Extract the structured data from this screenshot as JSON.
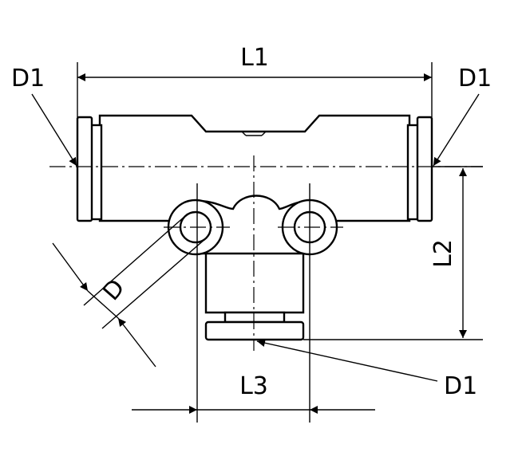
{
  "drawing": {
    "labels": {
      "l1": "L1",
      "l2": "L2",
      "l3": "L3",
      "d": "D",
      "d1_left": "D1",
      "d1_right": "D1",
      "d1_bottom": "D1"
    }
  }
}
